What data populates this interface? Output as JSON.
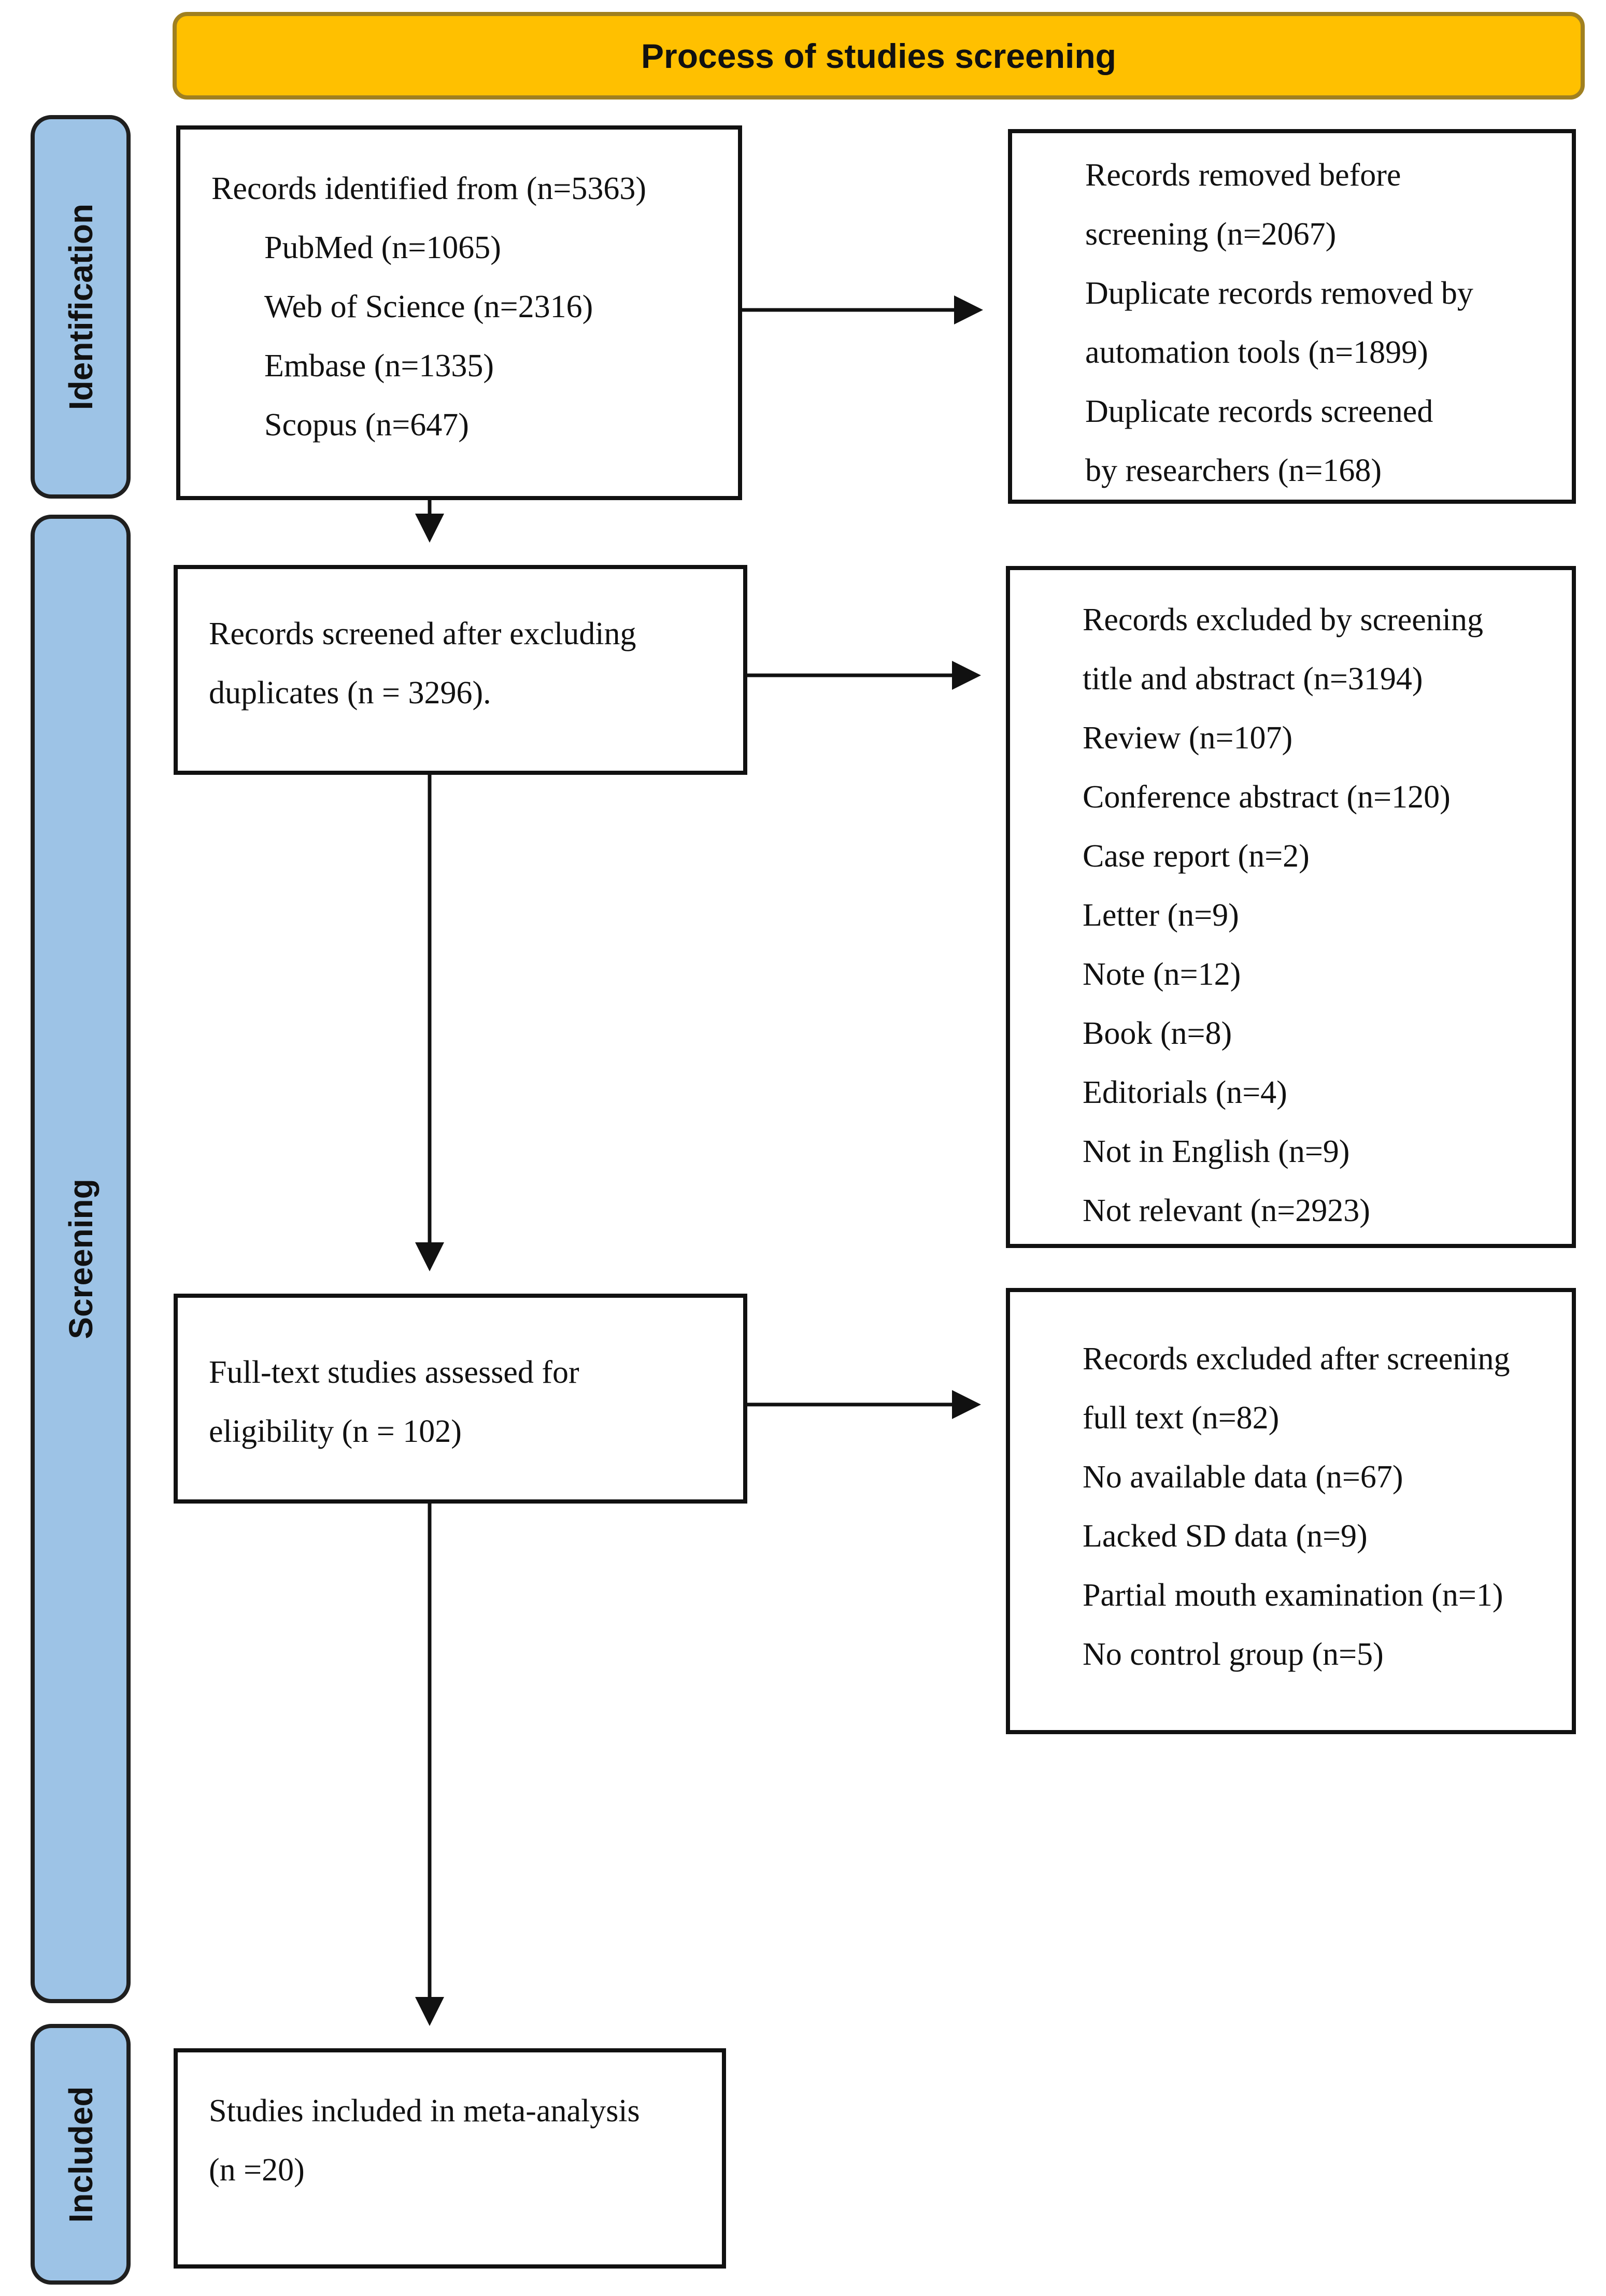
{
  "header": {
    "title": "Process of studies screening"
  },
  "phases": {
    "identification": "Identification",
    "screening": "Screening",
    "included": "Included"
  },
  "identified": {
    "title": "Records identified from (n=5363)",
    "sources": [
      "PubMed (n=1065)",
      "Web of Science (n=2316)",
      "Embase (n=1335)",
      "Scopus (n=647)"
    ]
  },
  "removed_before": {
    "lines": [
      "Records removed before",
      "screening (n=2067)",
      "Duplicate records removed by",
      "automation tools (n=1899)",
      "Duplicate records screened",
      "by researchers (n=168)"
    ]
  },
  "screened": {
    "lines": [
      "Records screened after excluding",
      "duplicates (n = 3296)."
    ]
  },
  "excluded_screening": {
    "lines": [
      "Records excluded by screening",
      "title and abstract (n=3194)",
      "Review (n=107)",
      "Conference abstract (n=120)",
      "Case report (n=2)",
      "Letter (n=9)",
      "Note (n=12)",
      "Book (n=8)",
      "Editorials (n=4)",
      "Not in English (n=9)",
      "Not relevant (n=2923)"
    ]
  },
  "fulltext": {
    "lines": [
      "Full-text studies assessed for",
      "eligibility (n = 102)"
    ]
  },
  "excluded_fulltext": {
    "lines": [
      "Records excluded after screening",
      "full text (n=82)",
      "No available data (n=67)",
      "Lacked SD data  (n=9)",
      "Partial mouth examination (n=1)",
      "No control group (n=5)"
    ]
  },
  "included": {
    "lines": [
      "Studies included in meta-analysis",
      "(n =20)"
    ]
  },
  "colors": {
    "header": "#ffc000",
    "phase": "#9dc3e6",
    "border": "#111111"
  }
}
